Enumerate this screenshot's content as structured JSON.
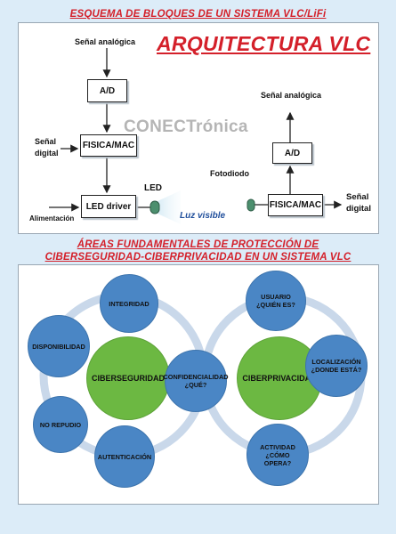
{
  "header": {
    "top_title": "ESQUEMA DE BLOQUES DE UN SISTEMA VLC/LiFi",
    "bottom_title_line1": "ÁREAS FUNDAMENTALES DE PROTECCIÓN DE",
    "bottom_title_line2": "CIBERSEGURIDAD-CIBERPRIVACIDAD EN UN SISTEMA VLC"
  },
  "vlc": {
    "title": "ARQUITECTURA VLC",
    "watermark": "CONECTrónica",
    "tx": {
      "input_label": "Señal analógica",
      "ad": "A/D",
      "fisica_mac": "FISICA/MAC",
      "digital_label_line1": "Señal",
      "digital_label_line2": "digital",
      "led_driver": "LED driver",
      "power_label": "Alimentación",
      "led_label": "LED",
      "light_label": "Luz visible"
    },
    "rx": {
      "output_label": "Señal analógica",
      "ad": "A/D",
      "photodiode_label": "Fotodiodo",
      "fisica_mac": "FISICA/MAC",
      "digital_label_line1": "Señal",
      "digital_label_line2": "digital"
    }
  },
  "areas": {
    "left_center": "CIBERSEGURIDAD",
    "right_center": "CIBERPRIVACIDAD",
    "shared": "CONFIDENCIALIDAD ¿QUÉ?",
    "left_nodes": {
      "integridad": "INTEGRIDAD",
      "disponibilidad": "DISPONIBILIDAD",
      "no_repudio": "NO REPUDIO",
      "autenticacion": "AUTENTICACIÓN"
    },
    "right_nodes": {
      "usuario": "USUARIO ¿QUIÉN ES?",
      "localizacion": "LOCALIZACIÓN ¿DONDE ESTÁ?",
      "actividad": "ACTIVIDAD ¿CÓMO OPERA?"
    }
  },
  "colors": {
    "title_red": "#d4202a",
    "node_blue": "#4a86c5",
    "center_green": "#6cb842",
    "ring": "#c9d8ea",
    "light_blue": "#1f4e9b"
  }
}
